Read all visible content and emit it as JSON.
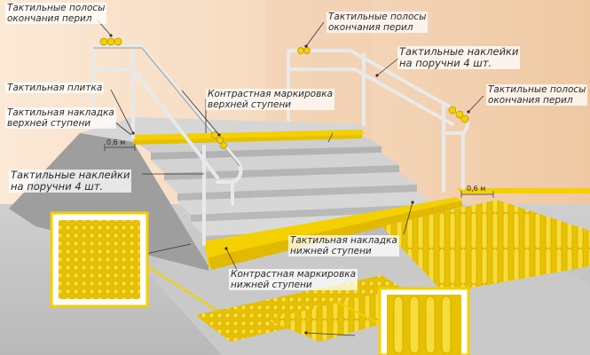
{
  "labels": {
    "tactile_strips_handrail_end_top_left": "Тактильные полосы\nокончания перил",
    "tactile_strips_handrail_end_top_right": "Тактильные полосы\nокончания перил",
    "tactile_strips_handrail_end_right": "Тактильные полосы\nокончания перил",
    "tactile_tile": "Тактильная плитка",
    "tactile_overlay_top_step": "Тактильная накладка\nверхней ступени",
    "tactile_stickers_handrail_left": "Тактильные наклейки\nна поручни 4 шт.",
    "tactile_stickers_handrail_right": "Тактильные наклейки\nна поручни 4 шт.",
    "contrast_marking_top_step": "Контрастная маркировка\nверхней ступени",
    "tactile_overlay_bottom_step": "Тактильная накладка\nнижней ступени",
    "contrast_marking_bottom_step": "Контрастная маркировка\nнижней ступени"
  },
  "dimensions": {
    "left": "0,6 м",
    "right": "0,6 м"
  },
  "colors": {
    "yellow": "#f4d000",
    "tile_yellow": "#e8c200",
    "step_top": "#d9d9d9",
    "step_riser": "#bdbdbd",
    "floor": "#c4c4c4",
    "wall_left": "#f6dcc0",
    "wall_right": "#f3cfae",
    "rail": "#e6e6e6",
    "leader": "#333333"
  },
  "icons": {
    "dome_tile_inset": "dome-tactile-tile-icon",
    "bar_tile_inset": "bar-tactile-tile-icon"
  }
}
